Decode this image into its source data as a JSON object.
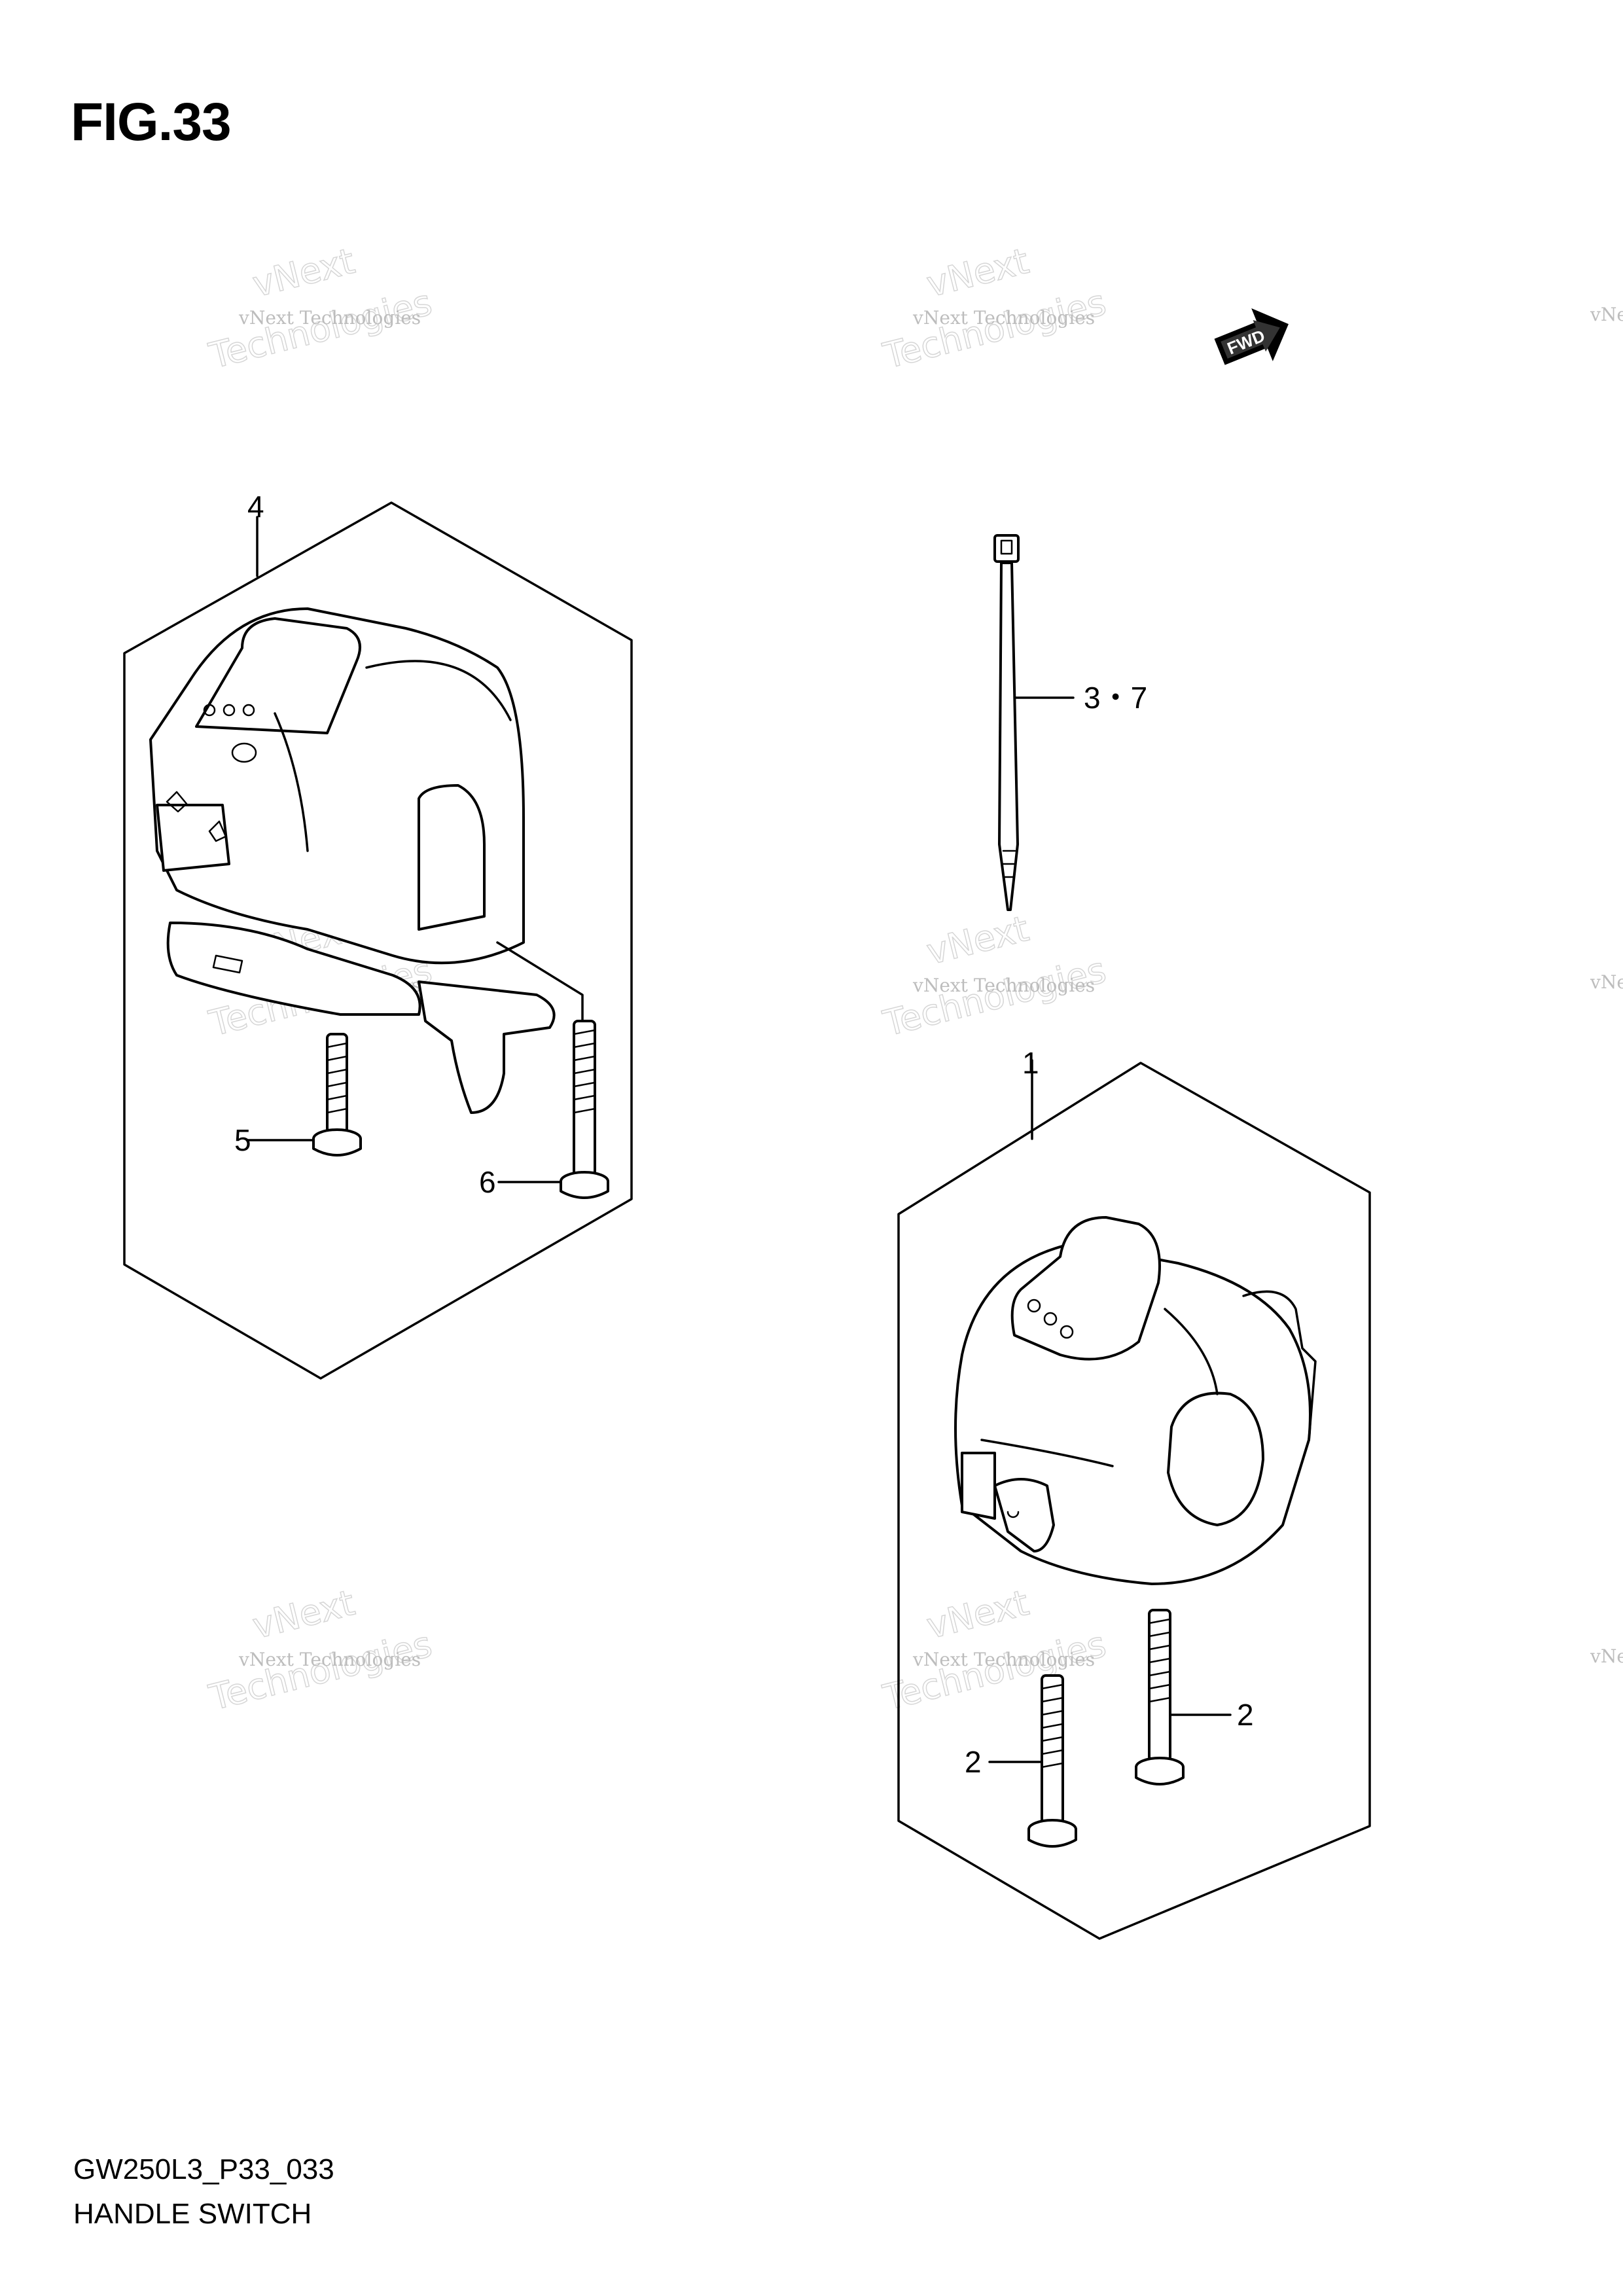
{
  "figure": {
    "title": "FIG.33",
    "code": "GW250L3_P33_033",
    "name": "HANDLE SWITCH"
  },
  "fwd_badge": "FWD",
  "callouts": [
    {
      "id": "callout-4",
      "label": "4"
    },
    {
      "id": "callout-5",
      "label": "5"
    },
    {
      "id": "callout-6",
      "label": "6"
    },
    {
      "id": "callout-3-7",
      "label": "3・7"
    },
    {
      "id": "callout-1",
      "label": "1"
    },
    {
      "id": "callout-2a",
      "label": "2"
    },
    {
      "id": "callout-2b",
      "label": "2"
    }
  ],
  "watermark": {
    "line1": "vNext Technologies",
    "line2": "vNext",
    "line3": "Technologies"
  }
}
